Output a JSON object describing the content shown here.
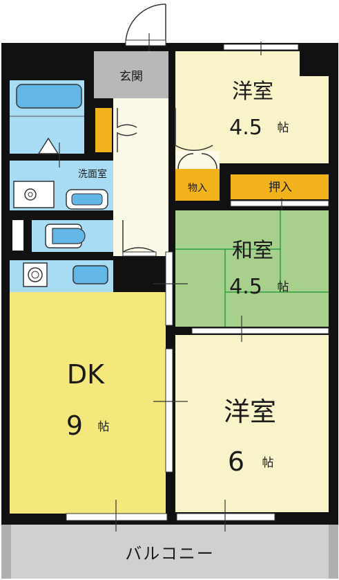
{
  "rooms": {
    "genkan": {
      "name": "玄関"
    },
    "yoshitsu1": {
      "name": "洋室",
      "size": "4.5",
      "unit": "帖"
    },
    "senmenshitsu": {
      "name": "洗面室"
    },
    "mononyu": {
      "name": "物入"
    },
    "oshiire": {
      "name": "押入"
    },
    "washitsu": {
      "name": "和室",
      "size": "4.5",
      "unit": "帖"
    },
    "dk": {
      "name": "DK",
      "size": "9",
      "unit": "帖"
    },
    "yoshitsu2": {
      "name": "洋室",
      "size": "6",
      "unit": "帖"
    },
    "balcony": {
      "name": "バルコニー"
    }
  },
  "colors": {
    "wall": "#111111",
    "western_room": "#f8f3c8",
    "dk_floor": "#f4e77c",
    "tatami": "#a7d08c",
    "tatami_lines": "#2e9e3e",
    "wet_area": "#a8dcf5",
    "fixture": "#63b7e6",
    "storage": "#f2b21c",
    "entrance": "#b8b8b8",
    "balcony": "#cfd1d0",
    "hall": "#fcf9e6"
  }
}
